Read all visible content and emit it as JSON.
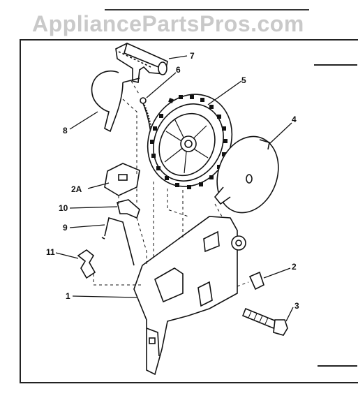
{
  "watermark": "AppliancePartsPros.com",
  "callouts": [
    {
      "id": "7",
      "label": "7"
    },
    {
      "id": "6",
      "label": "6"
    },
    {
      "id": "5",
      "label": "5"
    },
    {
      "id": "8",
      "label": "8"
    },
    {
      "id": "4",
      "label": "4"
    },
    {
      "id": "2A",
      "label": "2A"
    },
    {
      "id": "10",
      "label": "10"
    },
    {
      "id": "9",
      "label": "9"
    },
    {
      "id": "11",
      "label": "11"
    },
    {
      "id": "2",
      "label": "2"
    },
    {
      "id": "1",
      "label": "1"
    },
    {
      "id": "3",
      "label": "3"
    }
  ]
}
